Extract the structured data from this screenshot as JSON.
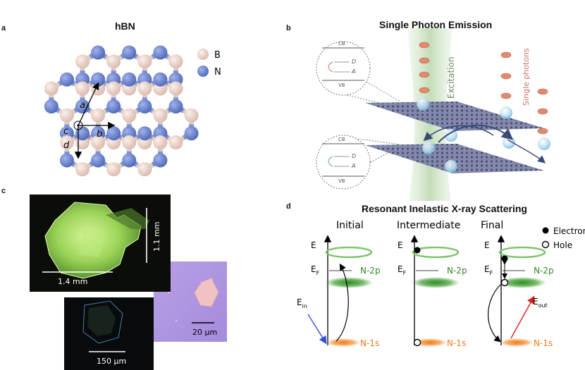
{
  "panel_a": {
    "letter": "a",
    "title": "hBN",
    "legend": [
      {
        "label": "B",
        "color": "#e9cfc4"
      },
      {
        "label": "N",
        "color": "#6e85cc"
      }
    ],
    "vectors": {
      "a": "a",
      "b": "b",
      "c": "c",
      "d": "d"
    }
  },
  "panel_b": {
    "letter": "b",
    "title": "Single Photon Emission",
    "excitation_label": "Excitation",
    "photons_label": "Single photons",
    "inset_top": {
      "cb": "CB",
      "vb": "VB",
      "d": "D",
      "a": "A"
    },
    "inset_bottom": {
      "cb": "CB",
      "vb": "VB",
      "d": "D",
      "a": "A"
    }
  },
  "panel_c": {
    "letter": "c",
    "scale_width": "1.4 mm",
    "scale_height": "1.1 mm",
    "scale_small": "150 µm",
    "scale_purple": "20 µm"
  },
  "panel_d": {
    "letter": "d",
    "title": "Resonant Inelastic X-ray Scattering",
    "columns": [
      "Initial",
      "Intermediate",
      "Final"
    ],
    "legend": [
      {
        "label": "Electron",
        "symbol": "filled"
      },
      {
        "label": "Hole",
        "symbol": "open"
      }
    ],
    "energy_axis": "E",
    "fermi_main": "E",
    "fermi_sub": "F",
    "ein_main": "E",
    "ein_sub": "in",
    "eout_main": "E",
    "eout_sub": "out",
    "level_2p": "N-2p",
    "level_1s": "N-1s",
    "colors": {
      "green": "#2e8b22",
      "orange": "#f07a1a",
      "ein": "#2b4fd6",
      "eout": "#e01c1c"
    }
  }
}
